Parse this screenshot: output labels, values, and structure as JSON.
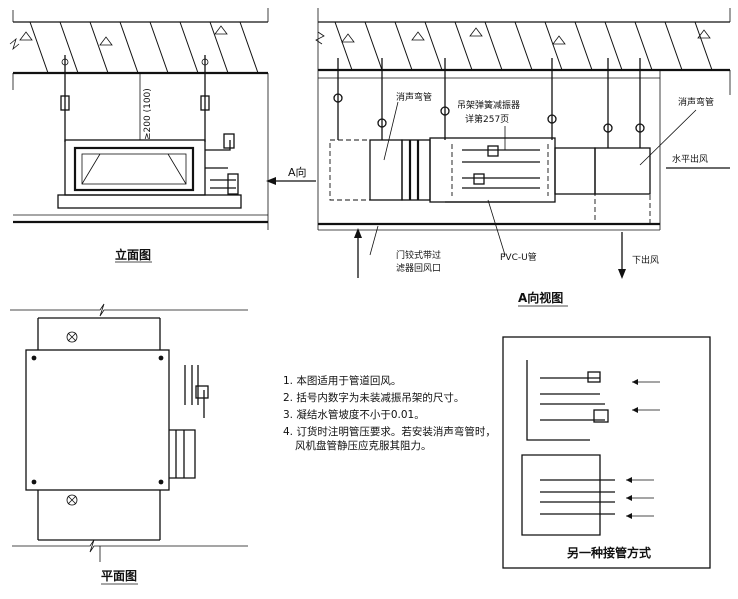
{
  "elevation": {
    "title": "立面图",
    "dimension": "≥200 (100)",
    "direction_label": "A向"
  },
  "view_a": {
    "title": "A向视图",
    "label_muffler_left": "消声弯管",
    "label_muffler_right": "消声弯管",
    "label_hanger_line1": "吊架弹簧减振器",
    "label_hanger_line2": "详第257页",
    "label_horizontal_outlet": "水平出风",
    "label_down_outlet": "下出风",
    "label_return_line1": "门铰式带过",
    "label_return_line2": "滤器回风口",
    "label_pipe": "PVC-U管"
  },
  "plan": {
    "title": "平面图"
  },
  "alt": {
    "title": "另一种接管方式"
  },
  "notes": [
    "1. 本图适用于管道回风。",
    "2. 括号内数字为未装减振吊架的尺寸。",
    "3. 凝结水管坡度不小于0.01。",
    "4. 订货时注明管压要求。若安装消声弯管时，风机盘管静压应克服其阻力。"
  ]
}
